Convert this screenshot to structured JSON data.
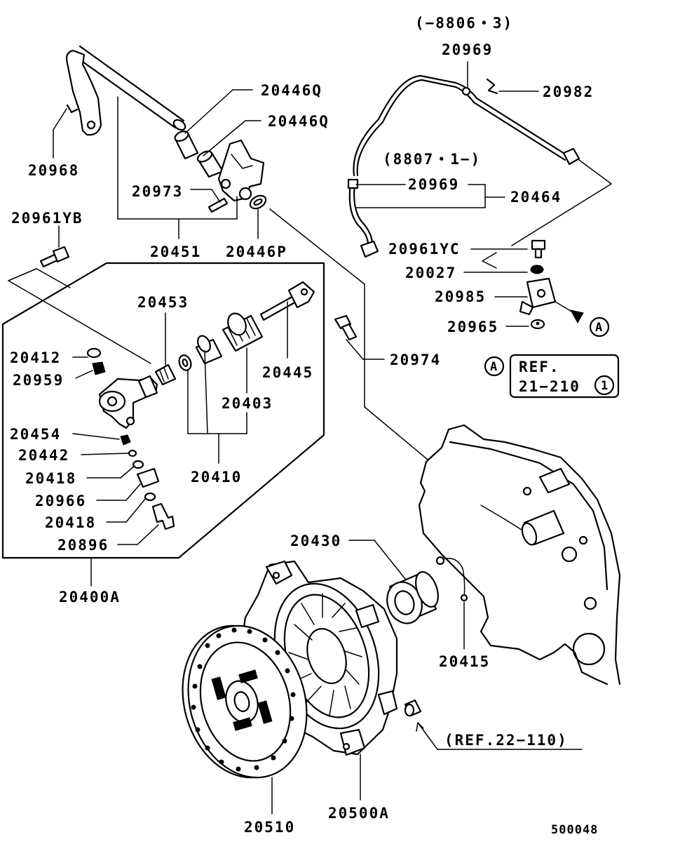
{
  "diagram_id": "500048",
  "labels": {
    "date_range_1": "(−8806・3)",
    "date_range_2": "(8807・1−)",
    "p20969_a": "20969",
    "p20982": "20982",
    "p20969_b": "20969",
    "p20464": "20464",
    "p20446q_a": "20446Q",
    "p20446q_b": "20446Q",
    "p20968": "20968",
    "p20973": "20973",
    "p20961yb": "20961YB",
    "p20451": "20451",
    "p20446p": "20446P",
    "p20961yc": "20961YC",
    "p20027": "20027",
    "p20985": "20985",
    "p20965": "20965",
    "callout_a_1": "A",
    "callout_a_2": "A",
    "ref_box_line1": "REF.",
    "ref_box_line2": "21−210",
    "ref_box_circle": "1",
    "p20453": "20453",
    "p20974": "20974",
    "p20412": "20412",
    "p20959": "20959",
    "p20445": "20445",
    "p20403": "20403",
    "p20454": "20454",
    "p20442": "20442",
    "p20418_a": "20418",
    "p20410": "20410",
    "p20966": "20966",
    "p20418_b": "20418",
    "p20896": "20896",
    "p20400a": "20400A",
    "p20430": "20430",
    "p20415": "20415",
    "ref_22_110": "(REF.22−110)",
    "p20510": "20510",
    "p20500a": "20500A"
  }
}
